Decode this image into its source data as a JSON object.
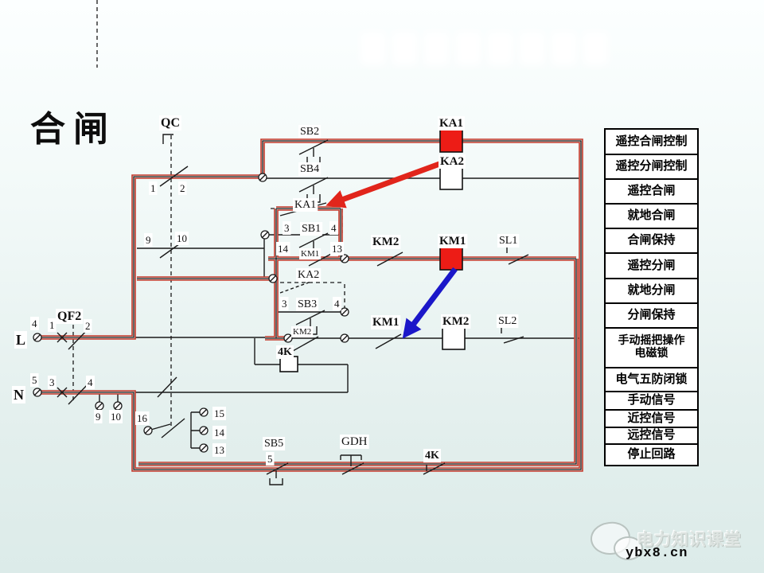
{
  "slide": {
    "title": "合闸"
  },
  "d": {
    "qc": "QC",
    "qf2": "QF2",
    "l": "L",
    "n": "N",
    "sb1": "SB1",
    "sb2": "SB2",
    "sb3": "SB3",
    "sb4": "SB4",
    "sb5": "SB5",
    "ka1": "KA1",
    "ka2": "KA2",
    "km1": "KM1",
    "km2": "KM2",
    "sl1": "SL1",
    "sl2": "SL2",
    "k4": "4K",
    "gdh": "GDH",
    "n1": "1",
    "n2": "2",
    "n3": "3",
    "n4": "4",
    "n5": "5",
    "n9": "9",
    "n10": "10",
    "n13": "13",
    "n14": "14",
    "n15": "15",
    "n16": "16"
  },
  "legend": {
    "rows": [
      "遥控合闸控制",
      "遥控分闸控制",
      "遥控合闸",
      "就地合闸",
      "合闸保持",
      "遥控分闸",
      "就地分闸",
      "分闸保持",
      "手动摇把操作\n电磁锁",
      "电气五防闭锁",
      "手动信号",
      "近控信号",
      "远控信号",
      "停止回路"
    ]
  },
  "watermark": {
    "brand": "电力知识课堂",
    "site": "ybx8.cn"
  }
}
